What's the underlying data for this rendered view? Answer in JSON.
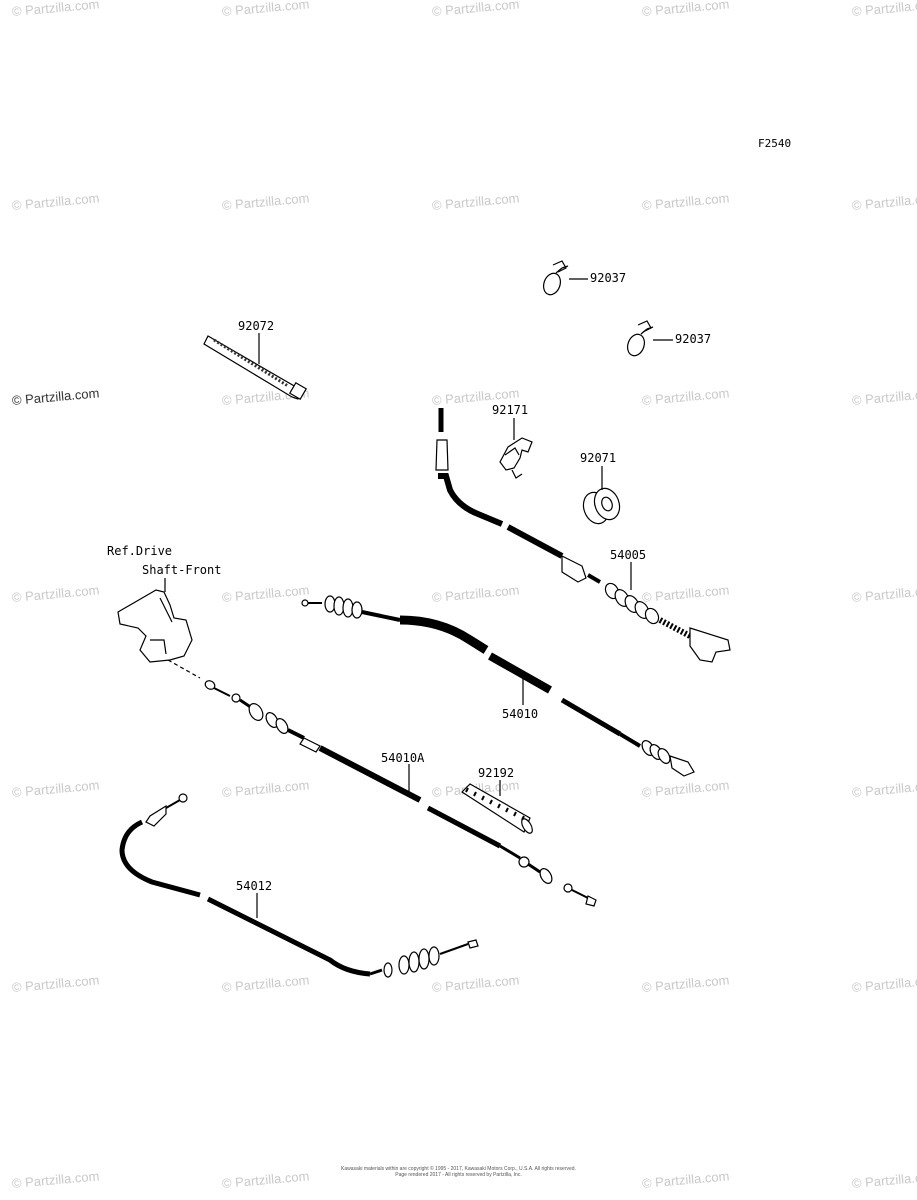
{
  "watermark": "© Partzilla.com",
  "watermark_prominent": "© Partzilla.com",
  "figure_id": "F2540",
  "parts": [
    {
      "number": "92037"
    },
    {
      "number": "92037"
    },
    {
      "number": "92072"
    },
    {
      "number": "92171"
    },
    {
      "number": "92071"
    },
    {
      "number": "54005"
    },
    {
      "number": "54010"
    },
    {
      "number": "54010A"
    },
    {
      "number": "92192"
    },
    {
      "number": "54012"
    }
  ],
  "reference": {
    "line1": "Ref.Drive",
    "line2": "Shaft-Front"
  },
  "footer": {
    "line1": "Kawasaki materials within are copyright © 1995 - 2017, Kawasaki Motors Corp., U.S.A. All rights reserved.",
    "line2": "Page rendered 2017 - All rights reserved by Partzilla, Inc."
  }
}
